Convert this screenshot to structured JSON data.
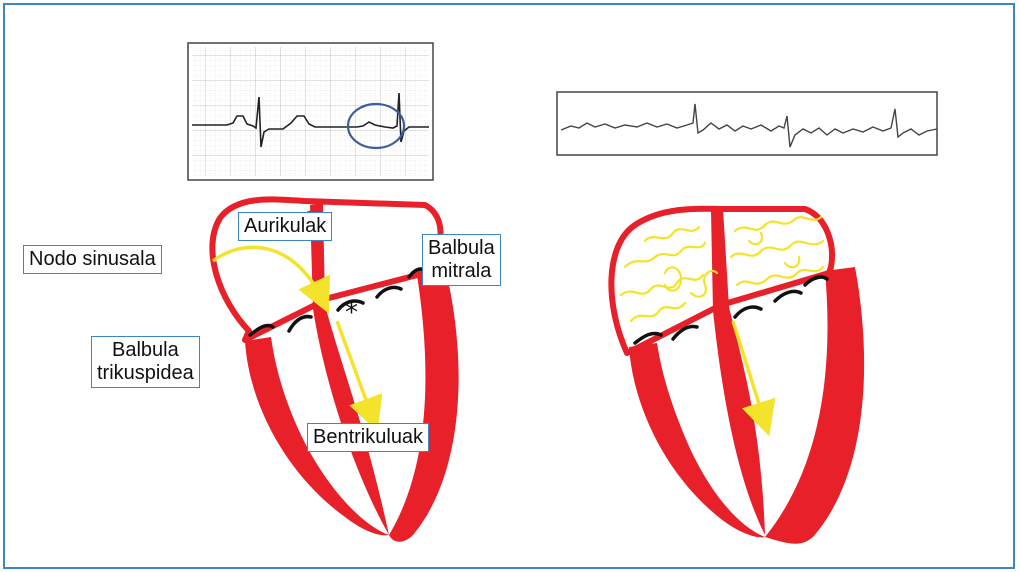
{
  "labels": {
    "sinus_node": "Nodo sinusala",
    "atria": "Aurikulak",
    "mitral_line1": "Balbula",
    "mitral_line2": "mitrala",
    "tricuspid_line1": "Balbula",
    "tricuspid_line2": "trikuspidea",
    "ventricles": "Bentrikuluak",
    "marker": "*"
  },
  "colors": {
    "frame_border": "#3d86c6",
    "heart_wall": "#e8202a",
    "conduction": "#f3e32c",
    "ecg_trace": "#222222",
    "highlight_circle": "#3d5e9e"
  }
}
